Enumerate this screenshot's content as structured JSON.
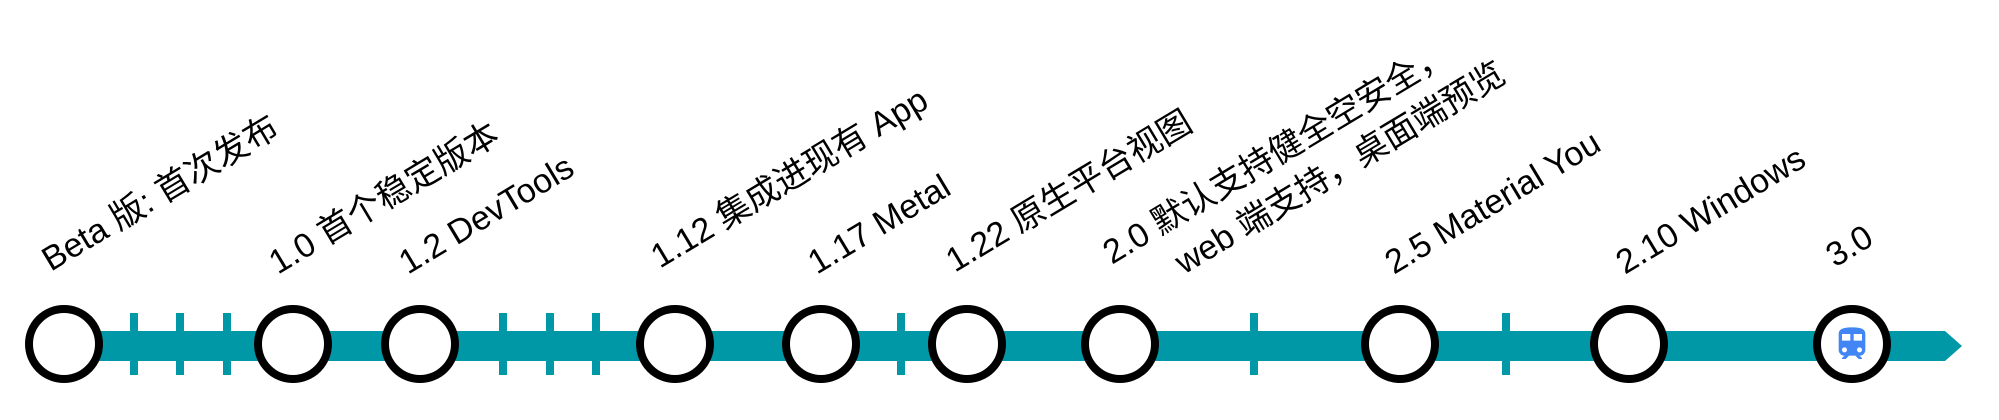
{
  "colors": {
    "line": "#0097a7",
    "ring": "#000000",
    "icon": "#4285f4"
  },
  "milestones": [
    {
      "label": "Beta 版: 首次发布"
    },
    {
      "label": "1.0 首个稳定版本"
    },
    {
      "label": "1.2 DevTools"
    },
    {
      "label": "1.12 集成进现有 App"
    },
    {
      "label": "1.17 Metal"
    },
    {
      "label": "1.22 原生平台视图"
    },
    {
      "label": "2.0 默认支持健全空安全，",
      "label2": "web 端支持，桌面端预览"
    },
    {
      "label": "2.5 Material You"
    },
    {
      "label": "2.10 Windows"
    },
    {
      "label": "3.0",
      "icon": "train-icon"
    }
  ]
}
